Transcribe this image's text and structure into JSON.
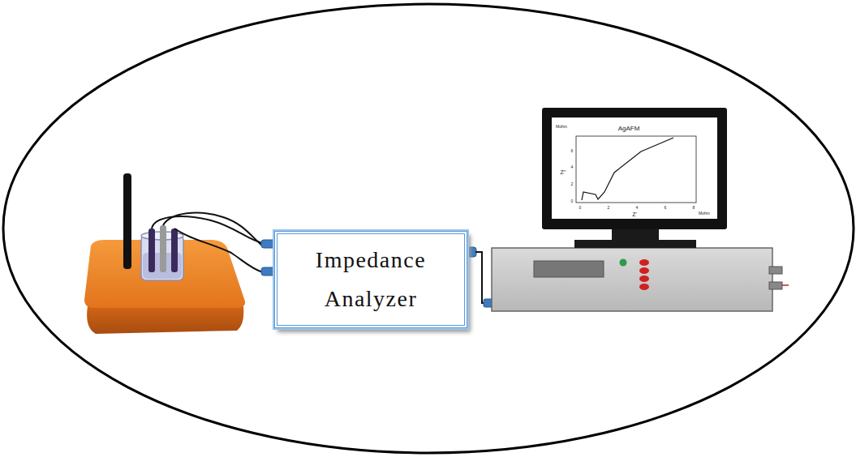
{
  "diagram": {
    "nodes": [
      {
        "text": [
          "Impedance Analyzer"
        ]
      }
    ],
    "labels": [
      "AgAFM",
      "Mohm",
      "Mohm",
      "Z'",
      "Z''",
      "0",
      "2",
      "4",
      "6",
      "0",
      "2",
      "4",
      "6",
      "8"
    ]
  }
}
